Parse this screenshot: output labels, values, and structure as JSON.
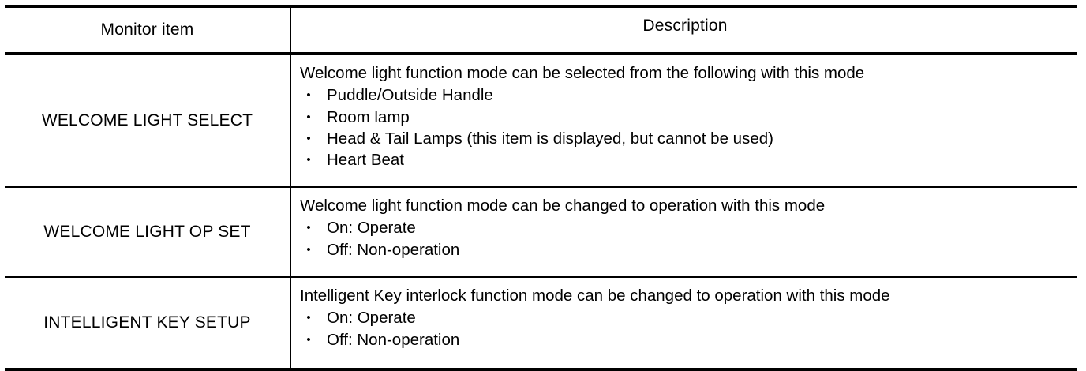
{
  "table": {
    "columns": [
      {
        "key": "monitor_item",
        "label": "Monitor item"
      },
      {
        "key": "description",
        "label": "Description"
      }
    ],
    "rows": [
      {
        "monitor_item": "WELCOME LIGHT SELECT",
        "lead": "Welcome light function mode can be selected from the following with this mode",
        "bullets": [
          "Puddle/Outside Handle",
          "Room lamp",
          "Head & Tail Lamps (this item is displayed, but cannot be used)",
          "Heart Beat"
        ]
      },
      {
        "monitor_item": "WELCOME LIGHT OP SET",
        "lead": "Welcome light function mode can be changed to operation with this mode",
        "bullets": [
          "On: Operate",
          "Off: Non-operation"
        ]
      },
      {
        "monitor_item": "INTELLIGENT KEY SETUP",
        "lead": "Intelligent Key interlock function mode can be changed to operation with this mode",
        "bullets": [
          "On: Operate",
          "Off: Non-operation"
        ]
      }
    ],
    "bullet_glyph": "•"
  },
  "colors": {
    "rule": "#000000",
    "text": "#000000",
    "background": "#ffffff"
  }
}
